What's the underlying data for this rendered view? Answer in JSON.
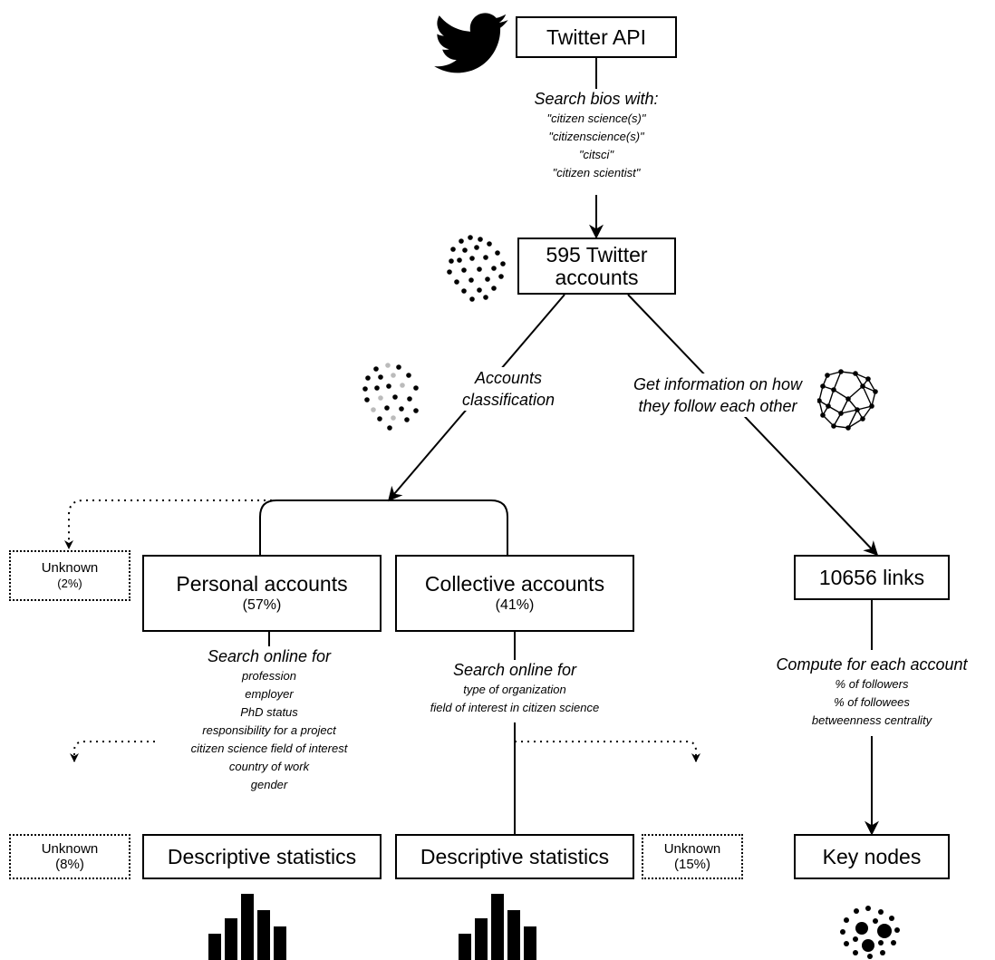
{
  "nodes": {
    "twitter_api": "Twitter API",
    "accounts_line1": "595 Twitter",
    "accounts_line2": "accounts",
    "personal_title": "Personal accounts",
    "personal_pct": "(57%)",
    "collective_title": "Collective accounts",
    "collective_pct": "(41%)",
    "links": "10656 links",
    "stats_personal": "Descriptive statistics",
    "stats_collective": "Descriptive statistics",
    "key_nodes": "Key nodes"
  },
  "unknown_boxes": {
    "classification": {
      "label": "Unknown",
      "pct": "(2%)"
    },
    "personal": {
      "label": "Unknown",
      "pct": "(8%)"
    },
    "collective": {
      "label": "Unknown",
      "pct": "(15%)"
    }
  },
  "edges": {
    "search_bios": {
      "heading": "Search bios with:",
      "terms": [
        "\"citizen science(s)\"",
        "\"citizenscience(s)\"",
        "\"citsci\"",
        "\"citizen scientist\""
      ]
    },
    "classification": [
      "Accounts",
      "classification"
    ],
    "follow_info": [
      "Get information on how",
      "they follow each other"
    ],
    "personal_search": {
      "heading": "Search online for",
      "items": [
        "profession",
        "employer",
        "PhD status",
        "responsibility for a project",
        "citizen science field of interest",
        "country of work",
        "gender"
      ]
    },
    "collective_search": {
      "heading": "Search online for",
      "items": [
        "type of organization",
        "field of interest in citizen science"
      ]
    },
    "compute": {
      "heading": "Compute for each account",
      "items": [
        "% of followers",
        "% of followees",
        "betweenness centrality"
      ]
    }
  },
  "icons": [
    "twitter-bird-icon",
    "dots-cloud-icon",
    "classified-dots-icon",
    "network-icon",
    "bar-chart-icon",
    "key-nodes-icon"
  ]
}
